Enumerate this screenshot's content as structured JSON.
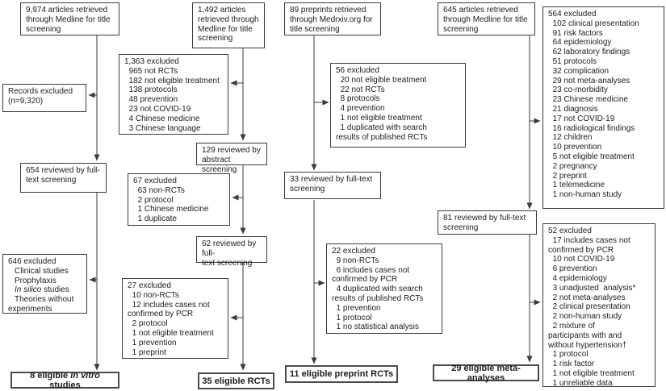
{
  "figure": {
    "type": "study-selection-flow-diagram",
    "line_color": "#3a3a3a"
  },
  "boxes": {
    "c1_top": {
      "lines": [
        "9,974 articles retrieved",
        "through Medline for title",
        "screening"
      ]
    },
    "c1_records": {
      "lines": [
        "Records excluded",
        "(n=9,320)"
      ]
    },
    "c1_654": {
      "lines": [
        "654 reviewed by full-",
        "text screening"
      ]
    },
    "c1_646": {
      "line1": "646 excluded",
      "item1": "Clinical studies",
      "item2": "Prophylaxis",
      "item3_italic": "In silico",
      "item3_rest": " studies",
      "item4": "Theories without",
      "item4_cont": "experiments"
    },
    "c1_final": {
      "pre": "8 eligible ",
      "italic": "in vitro",
      "post": " studies"
    },
    "c2_top": {
      "lines": [
        "1,492 articles",
        "retrieved through",
        "Medline for title",
        "screening"
      ]
    },
    "c2_1363": {
      "lines": [
        "1,363 excluded",
        "  965 not RCTs",
        "  182 not eligible treatment",
        "  138 protocols",
        "  48 prevention",
        "  23 not COVID-19",
        "  4 Chinese medicine",
        "  3 Chinese language"
      ]
    },
    "c2_129": {
      "lines": [
        "129 reviewed by",
        "abstract screening"
      ]
    },
    "c2_67": {
      "lines": [
        "67 excluded",
        "  63 non-RCTs",
        "  2 protocol",
        "  1 Chinese medicine",
        "  1 duplicate"
      ]
    },
    "c2_62": {
      "lines": [
        "62 reviewed by full-",
        "text screening"
      ]
    },
    "c2_27": {
      "lines": [
        "27 excluded",
        "  10 non-RCTs",
        "  12 includes cases not",
        "confirmed by PCR",
        "  2 protocol",
        "  1 not eligible treatment",
        "  1 prevention",
        "  1 preprint"
      ]
    },
    "c2_final": {
      "label": "35 eligible RCTs"
    },
    "c3_top": {
      "lines": [
        "89 preprints retrieved",
        "through Medrxiv.org for",
        "title screening"
      ]
    },
    "c3_56": {
      "lines": [
        "56 excluded",
        "  20 not eligible treatment",
        "  22 not RCTs",
        "  8 protocols",
        "  4 prevention",
        "  1 not eligible treatment",
        "  1 duplicated with search",
        "results of published RCTs"
      ]
    },
    "c3_33": {
      "lines": [
        "33 reviewed by full-text",
        "screening"
      ]
    },
    "c3_22": {
      "lines": [
        "22 excluded",
        "  9 non-RCTs",
        "  6 includes cases not",
        "confirmed by PCR",
        "  4 duplicated with search",
        "results of published RCTs",
        "  1 prevention",
        "  1 protocol",
        "  1 no statistical analysis"
      ]
    },
    "c3_final": {
      "label": "11 eligible preprint RCTs"
    },
    "c4_top": {
      "lines": [
        "645 articles retrieved",
        "through Medline for title",
        "screening"
      ]
    },
    "c4_564": {
      "lines": [
        "564 excluded",
        "  102 clinical presentation",
        "  91 risk factors",
        "  64 epidemiology",
        "  62 laboratory findings",
        "  51 protocols",
        "  32 complication",
        "  29 not meta-analyses",
        "  23 co-morbidity",
        "  23 Chinese medicine",
        "  21 diagnosis",
        "  17 not COVID-19",
        "  16 radiological findings",
        "  12 children",
        "  10 prevention",
        "  5 not eligible treatment",
        "  2 pregnancy",
        "  2 preprint",
        "  1 telemedicine",
        "  1 non-human study"
      ]
    },
    "c4_81": {
      "lines": [
        "81 reviewed by full-text",
        "screening"
      ]
    },
    "c4_52": {
      "lines": [
        "52 excluded",
        "  17 includes cases not",
        "confirmed by PCR",
        "  10 not COVID-19",
        "  6 prevention",
        "  4 epidemiology",
        "  3 unadjusted  analysis*",
        "  2 not meta-analyses",
        "  2 clinical presentation",
        "  2 non-human study",
        "  2 mixture of",
        "participants with and",
        "without hypertension†",
        "  1 protocol",
        "  1 risk factor",
        "  1 not eligible treatment",
        "  1 unreliable data"
      ]
    },
    "c4_final": {
      "label": "29 eligible meta-analyses"
    }
  }
}
